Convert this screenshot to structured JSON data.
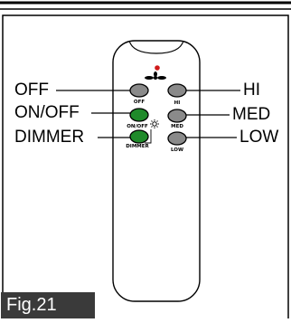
{
  "figure": {
    "caption": "Fig.21",
    "callouts": {
      "off": "OFF",
      "on_off": "ON/OFF",
      "dimmer": "DIMMER",
      "hi": "HI",
      "med": "MED",
      "low": "LOW"
    },
    "remote_buttons": {
      "off": "OFF",
      "hi": "HI",
      "on_off": "ON/OFF",
      "med": "MED",
      "dimmer": "DIMMER",
      "low": "LOW"
    },
    "colors": {
      "gray_button": "#8a8a8a",
      "green_button": "#1f8a2a",
      "indicator_led": "#d01a1a",
      "caption_bg": "#3a3a3a"
    },
    "icons": [
      "fan-icon",
      "light-icon"
    ]
  }
}
